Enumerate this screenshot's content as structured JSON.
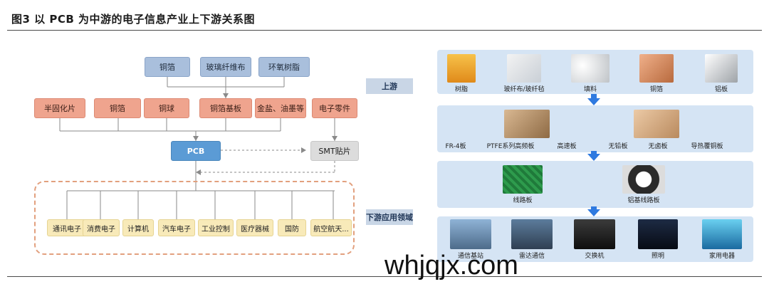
{
  "title": "图3 以 PCB 为中游的电子信息产业上下游关系图",
  "upstream_materials": [
    "铜箔",
    "玻璃纤维布",
    "环氧树脂"
  ],
  "mid_inputs": [
    "半固化片",
    "铜箔",
    "铜球",
    "铜箔基板",
    "金盐、油墨等",
    "电子零件"
  ],
  "pcb": "PCB",
  "smt": "SMT贴片",
  "downstream_apps": [
    "通讯电子",
    "消费电子",
    "计算机",
    "汽车电子",
    "工业控制",
    "医疗器械",
    "国防",
    "航空航天..."
  ],
  "section_labels": {
    "upstream": "上游",
    "downstream": "下游应用领域"
  },
  "right_panel": {
    "row1": [
      "树脂",
      "玻纤布/玻纤毡",
      "填料",
      "铜箔",
      "铝板"
    ],
    "row2": [
      "FR-4板",
      "PTFE系列高频板",
      "高速板",
      "无铅板",
      "无卤板",
      "导热覆铜板"
    ],
    "row3": [
      "线路板",
      "铝基线路板"
    ],
    "row4": [
      "通信基站",
      "雷达通信",
      "交换机",
      "照明",
      "家用电器"
    ]
  },
  "watermark": "whjqjx.com",
  "colors": {
    "pcb": "#5b9bd5",
    "blue_box": "#a9bfdc",
    "salmon_box": "#efa48e",
    "app_box": "#f8eab9",
    "band": "#d5e4f4",
    "arrow": "#2f7ae0"
  }
}
